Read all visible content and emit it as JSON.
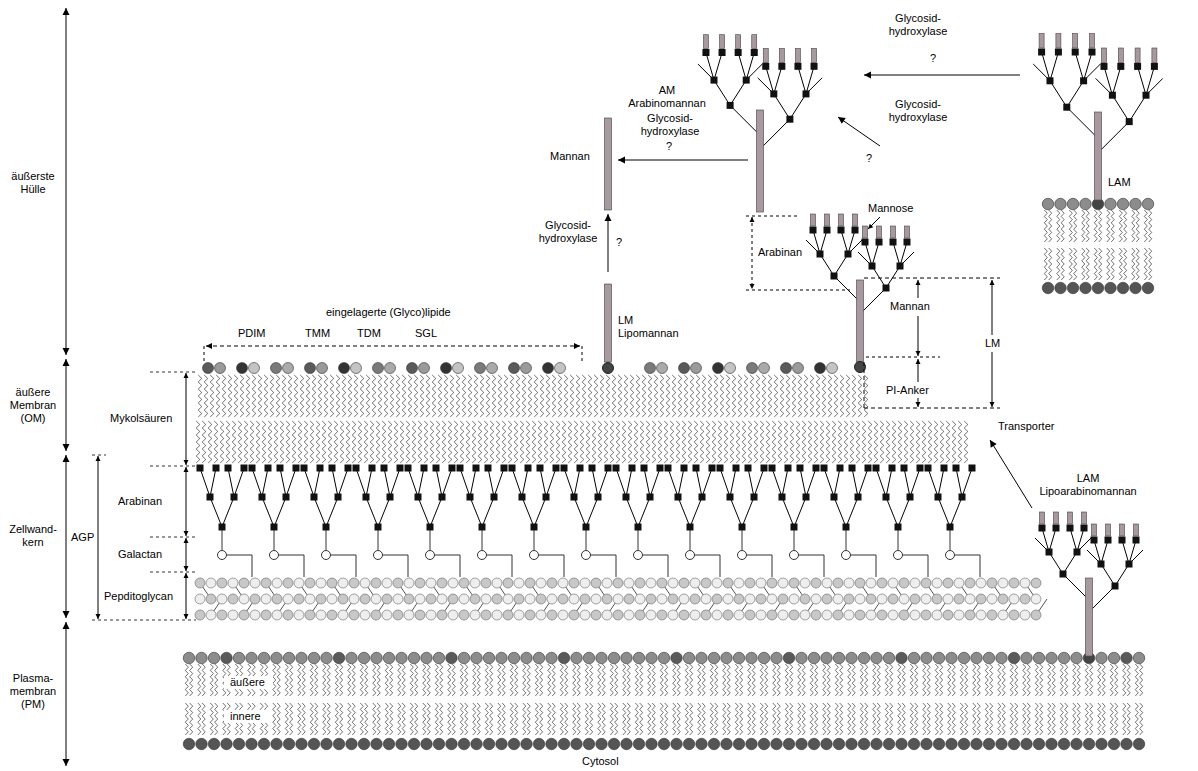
{
  "diagram": {
    "nodes": [
      {
        "text": [
          "äußere"
        ]
      },
      {
        "text": [
          "innere"
        ]
      }
    ],
    "labels": [
      "äußerste Hülle",
      "äußere Membran (OM)",
      "Zellwand- kern",
      "Plasma- membran (PM)",
      "Mykolsäuren",
      "Arabinan",
      "Galactan",
      "Pepditoglycan",
      "AGP",
      "eingelagerte (Glyco)lipide",
      "PDIM",
      "TMM",
      "TDM",
      "SGL",
      "LM Lipomannan",
      "Mannan",
      "Glycosid- hydroxylase",
      "?",
      "AM Arabinomannan",
      "Glycosid- hydroxylase",
      "?",
      "Glycosid- hydroxylase",
      "?",
      "Glycosid- hydroxylase",
      "?",
      "LAM",
      "Mannose",
      "Arabinan",
      "Mannan",
      "PI-Anker",
      "LM",
      "Transporter",
      "LAM Lipoarabinomannan",
      "Cytosol"
    ]
  }
}
